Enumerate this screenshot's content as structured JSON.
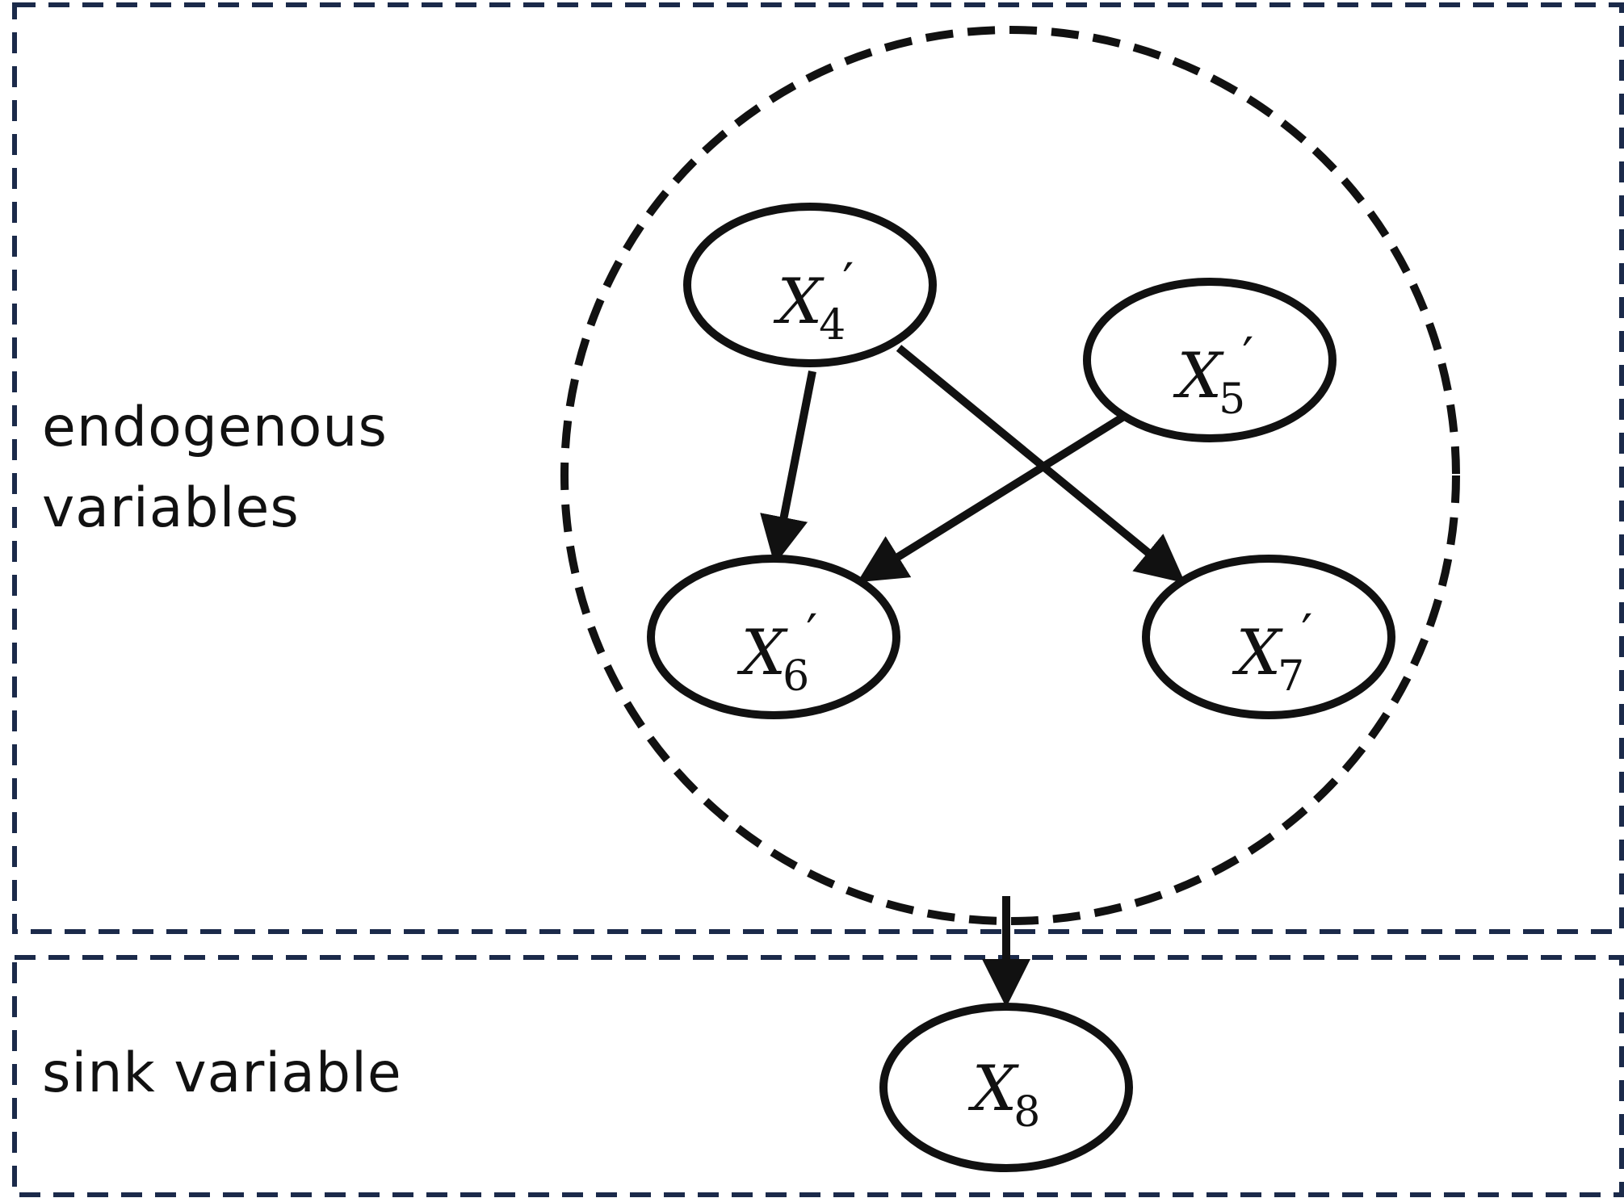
{
  "regions": {
    "endogenous_label_line1": "endogenous",
    "endogenous_label_line2": "variables",
    "sink_label": "sink variable"
  },
  "nodes": {
    "x4": {
      "var": "X",
      "sub": "4",
      "prime": "′"
    },
    "x5": {
      "var": "X",
      "sub": "5",
      "prime": "′"
    },
    "x6": {
      "var": "X",
      "sub": "6",
      "prime": "′"
    },
    "x7": {
      "var": "X",
      "sub": "7",
      "prime": "′"
    },
    "x8": {
      "var": "X",
      "sub": "8",
      "prime": ""
    }
  },
  "edges": [
    {
      "from": "X4'",
      "to": "X6'"
    },
    {
      "from": "X4'",
      "to": "X7'"
    },
    {
      "from": "X5'",
      "to": "X6'"
    },
    {
      "from": "endogenous-group",
      "to": "X8"
    }
  ],
  "colors": {
    "region_border": "#1b2a4a",
    "stroke": "#111111",
    "background": "#ffffff"
  }
}
